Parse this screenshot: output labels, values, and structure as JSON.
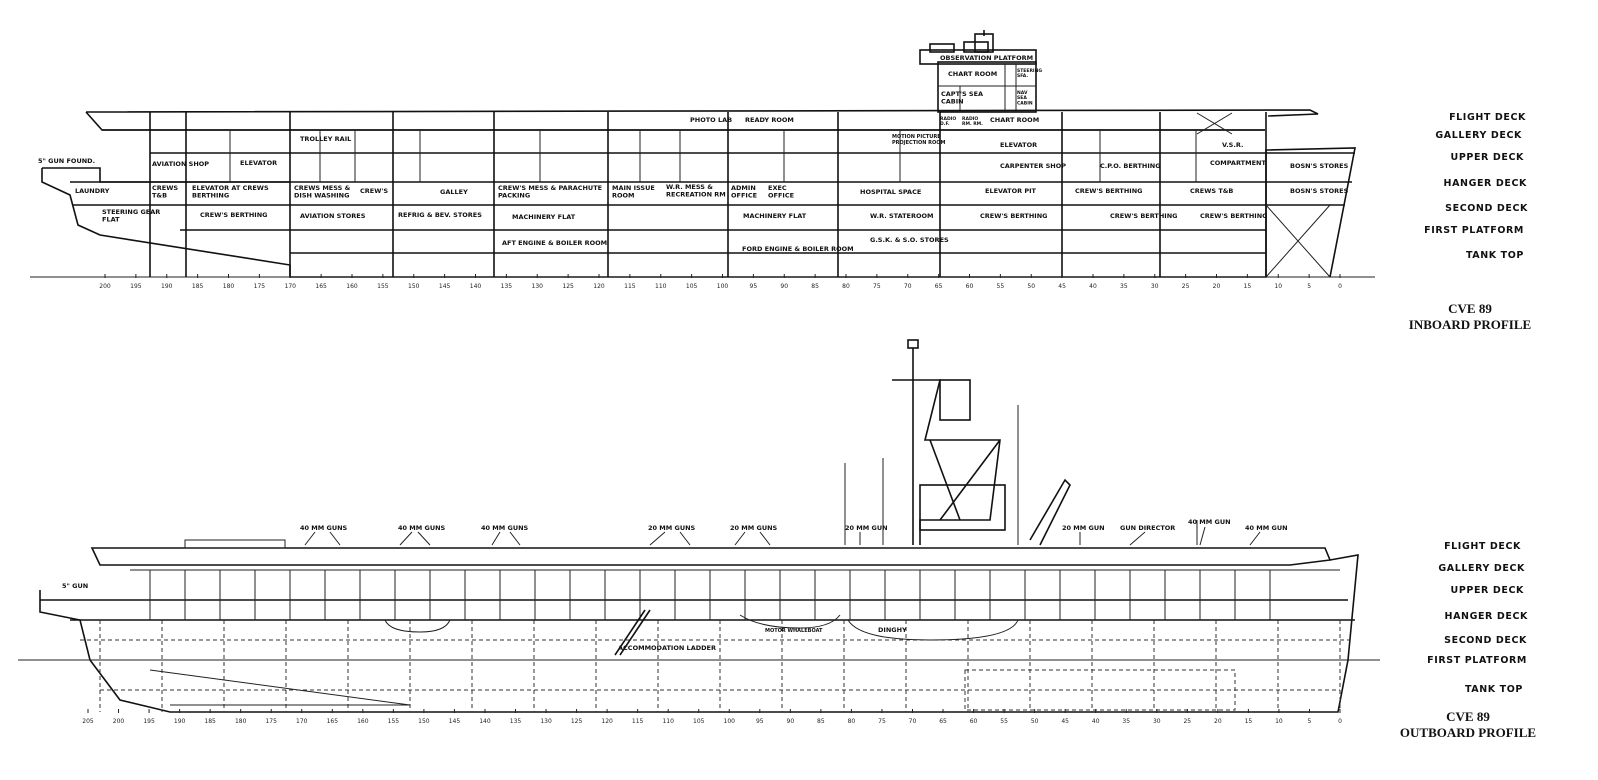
{
  "inboard": {
    "title_1": "CVE 89",
    "title_2": "INBOARD PROFILE",
    "deck_labels": [
      "FLIGHT DECK",
      "GALLERY DECK",
      "UPPER DECK",
      "HANGER DECK",
      "SECOND DECK",
      "FIRST PLATFORM",
      "TANK TOP"
    ],
    "island_labels": [
      "OBSERVATION PLATFORM",
      "CHART ROOM",
      "CAPT'S SEA CABIN",
      "STEERING SFA.",
      "NAV SEA CABIN",
      "RADIO D.F.",
      "RADIO RM. RM.",
      "CHART ROOM"
    ],
    "compartments": [
      "5\" GUN FOUND.",
      "LAUNDRY",
      "CREWS T&B",
      "ELEVATOR AT CREWS BERTHING",
      "CREWS MESS & DISH WASHING",
      "CREW'S",
      "GALLEY",
      "STEERING GEAR FLAT",
      "CREW'S BERTHING",
      "AVIATION STORES",
      "REFRIG & BEV. STORES",
      "TROLLEY RAIL",
      "ELEVATOR",
      "AVIATION SHOP",
      "CREW'S MESS & PARACHUTE PACKING",
      "MACHINERY FLAT",
      "AFT ENGINE & BOILER ROOM",
      "MAIN ISSUE ROOM",
      "W.R. MESS & RECREATION RM",
      "ADMIN OFFICE",
      "EXEC OFFICE",
      "MACHINERY FLAT",
      "FORD ENGINE & BOILER ROOM",
      "READY ROOM",
      "PHOTO LAB",
      "HOSPITAL SPACE",
      "W.R. STATEROOM",
      "G.S.K. & S.O. STORES",
      "MOTION PICTURE PROJECTION ROOM",
      "ELEVATOR",
      "CARPENTER SHOP",
      "ELEVATOR PIT",
      "CREW'S BERTHING",
      "C.P.O. BERTHING",
      "CREW'S BERTHING",
      "CREW'S BERTHING",
      "CREWS T&B",
      "COMPARTMENT",
      "CREW'S BERTHING",
      "V.S.R.",
      "BOSN'S STORES",
      "BOSN'S STORES"
    ],
    "frames": [
      200,
      195,
      190,
      185,
      180,
      175,
      170,
      165,
      160,
      155,
      150,
      145,
      140,
      135,
      130,
      125,
      120,
      115,
      110,
      105,
      100,
      95,
      90,
      85,
      80,
      75,
      70,
      65,
      60,
      55,
      50,
      45,
      40,
      35,
      30,
      25,
      20,
      15,
      10,
      5,
      0
    ]
  },
  "outboard": {
    "title_1": "CVE 89",
    "title_2": "OUTBOARD PROFILE",
    "deck_labels": [
      "FLIGHT DECK",
      "GALLERY DECK",
      "UPPER DECK",
      "HANGER DECK",
      "SECOND DECK",
      "FIRST PLATFORM",
      "TANK TOP"
    ],
    "callouts": [
      "5\" GUN",
      "40 MM GUNS",
      "40 MM GUNS",
      "40 MM GUNS",
      "20 MM GUNS",
      "20 MM GUNS",
      "20 MM GUN",
      "20 MM GUN",
      "GUN DIRECTOR",
      "40 MM GUN",
      "40 MM GUN",
      "ACCOMMODATION LADDER",
      "DINGHY",
      "MOTOR WHALEBOAT"
    ],
    "frames": [
      205,
      200,
      195,
      190,
      185,
      180,
      175,
      170,
      165,
      160,
      155,
      150,
      145,
      140,
      135,
      130,
      125,
      120,
      115,
      110,
      105,
      100,
      95,
      90,
      85,
      80,
      75,
      70,
      65,
      60,
      55,
      50,
      45,
      40,
      35,
      30,
      25,
      20,
      15,
      10,
      5,
      0
    ]
  }
}
